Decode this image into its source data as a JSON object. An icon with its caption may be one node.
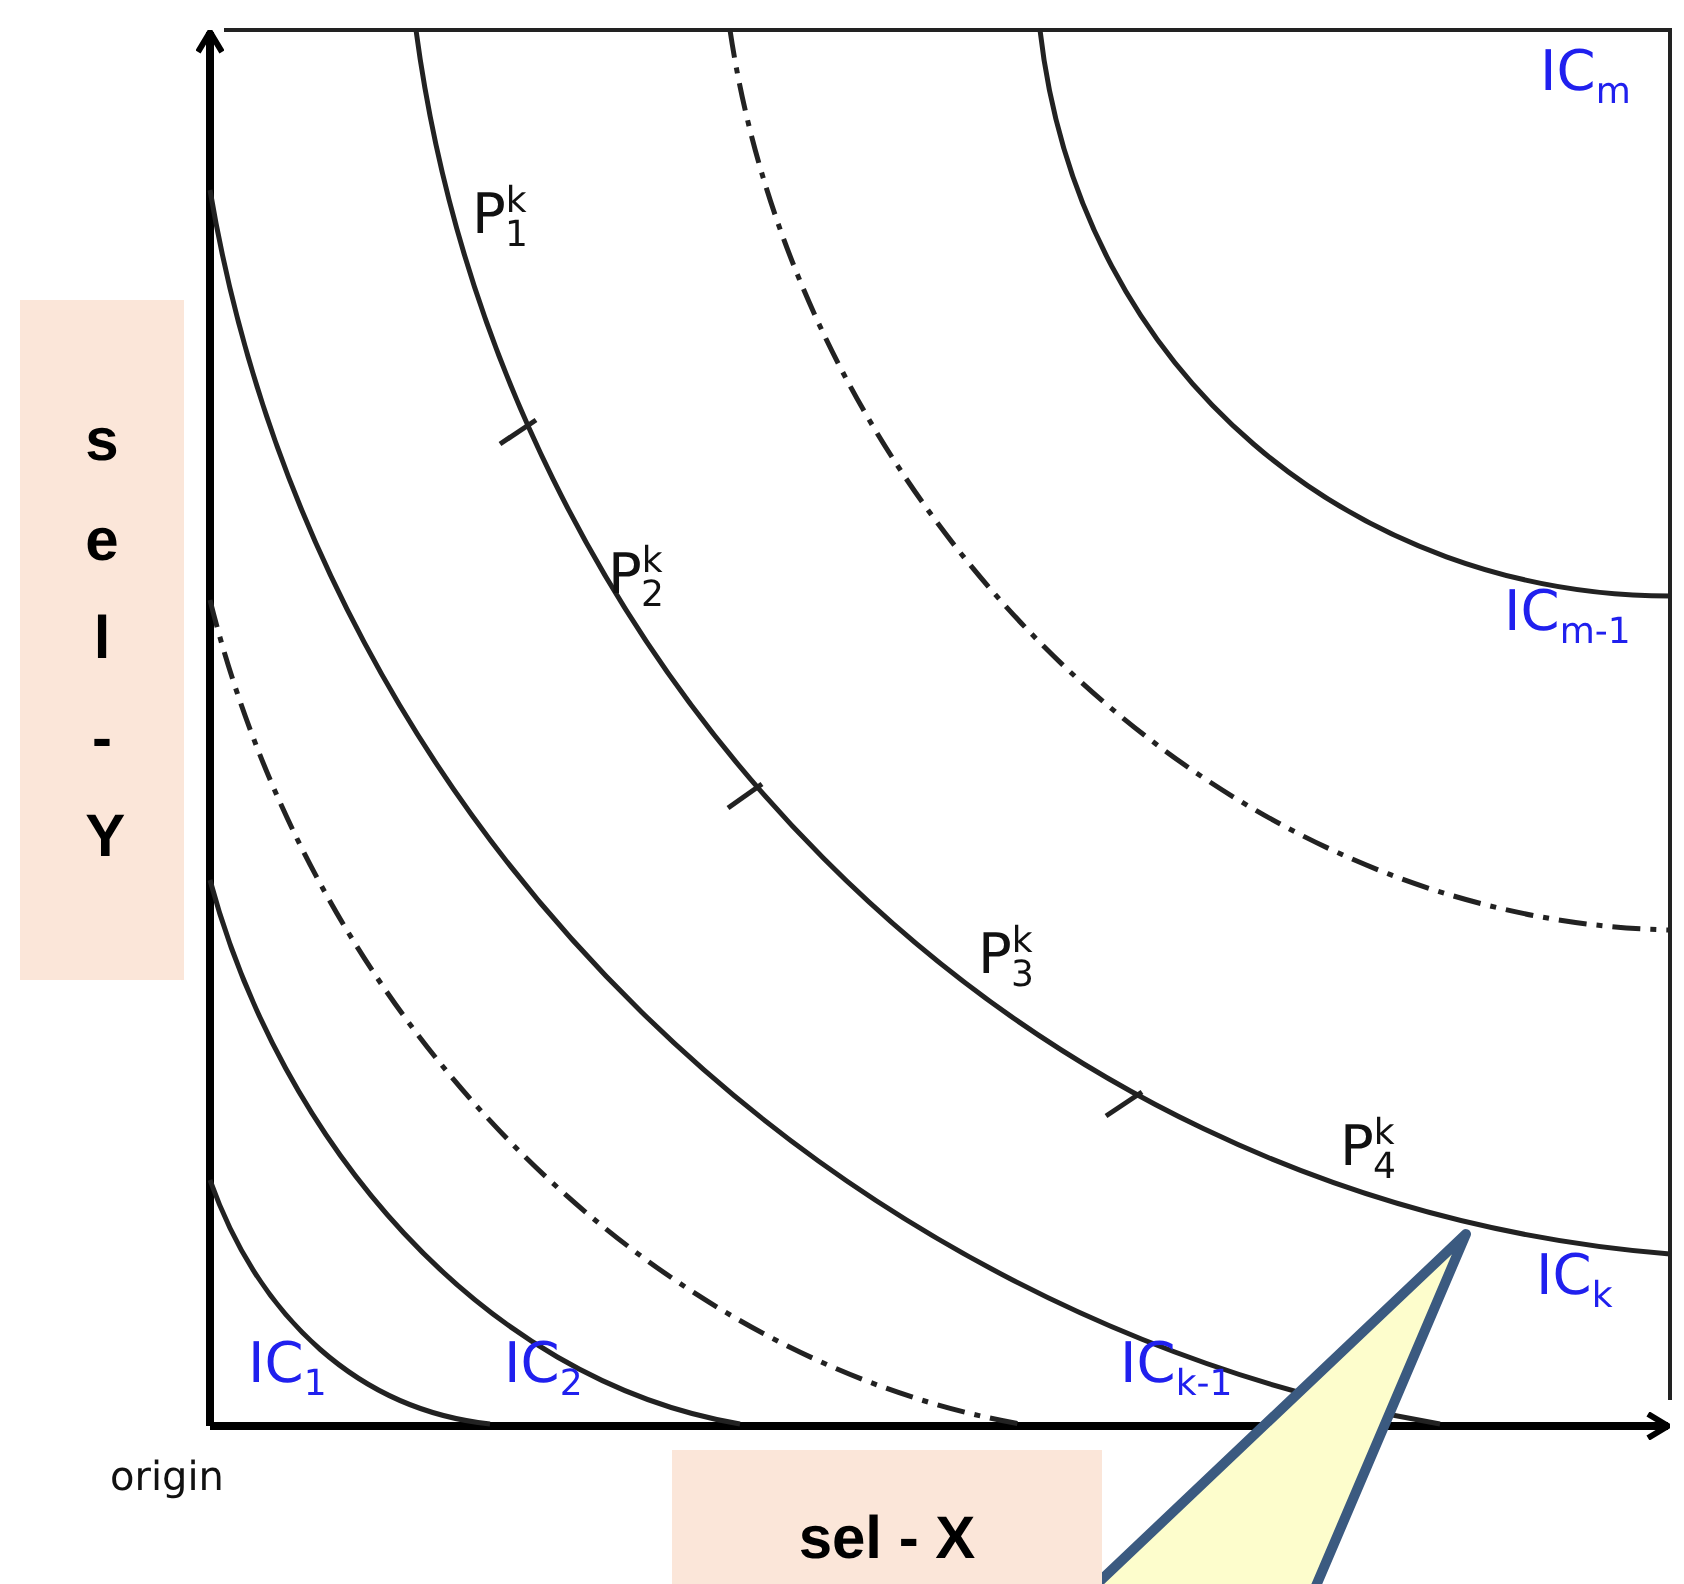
{
  "diagram": {
    "nodes": [
      {
        "text": [
          "s e l - Y"
        ]
      },
      {
        "text": [
          "sel - X"
        ]
      }
    ],
    "edges": [],
    "labels": [
      "IC$_{m}$",
      "P$^{k}$$_{1}$",
      "P$^{k}$$_{2}$",
      "IC$_{m-1}$",
      "P$^{k}$$_{3}$",
      "P$^{k}$$_{4}$",
      "IC$_{k}$",
      "IC$_{1}$",
      "IC$_{2}$",
      "IC$_{k-1}$",
      "origin"
    ]
  }
}
